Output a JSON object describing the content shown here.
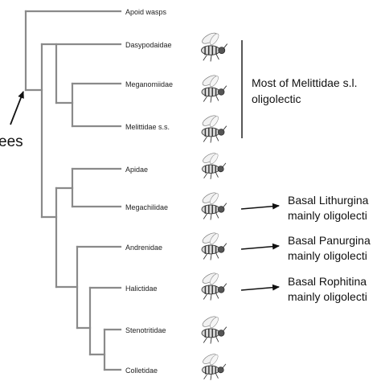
{
  "tree": {
    "root_label": "ees",
    "taxa": [
      "Apoid wasps",
      "Dasypodaidae",
      "Meganomiidae",
      "Melittidae s.s.",
      "Apidae",
      "Megachilidae",
      "Andrenidae",
      "Halictidae",
      "Stenotritidae",
      "Colletidae"
    ]
  },
  "annotations": {
    "melittidae_line1": "Most of Melittidae s.l.",
    "melittidae_line2": "oligolectic",
    "megachilidae_line1": "Basal Lithurgina",
    "megachilidae_line2": "mainly oligolecti",
    "andrenidae_line1": "Basal Panurgina",
    "andrenidae_line2": "mainly oligolecti",
    "halictidae_line1": "Basal Rophitina",
    "halictidae_line2": "mainly oligolecti"
  },
  "colors": {
    "branch": "#8a8a8a",
    "text": "#111111"
  },
  "icons": [
    "bee-icon",
    "arrow-right-icon",
    "arrow-up-icon"
  ]
}
